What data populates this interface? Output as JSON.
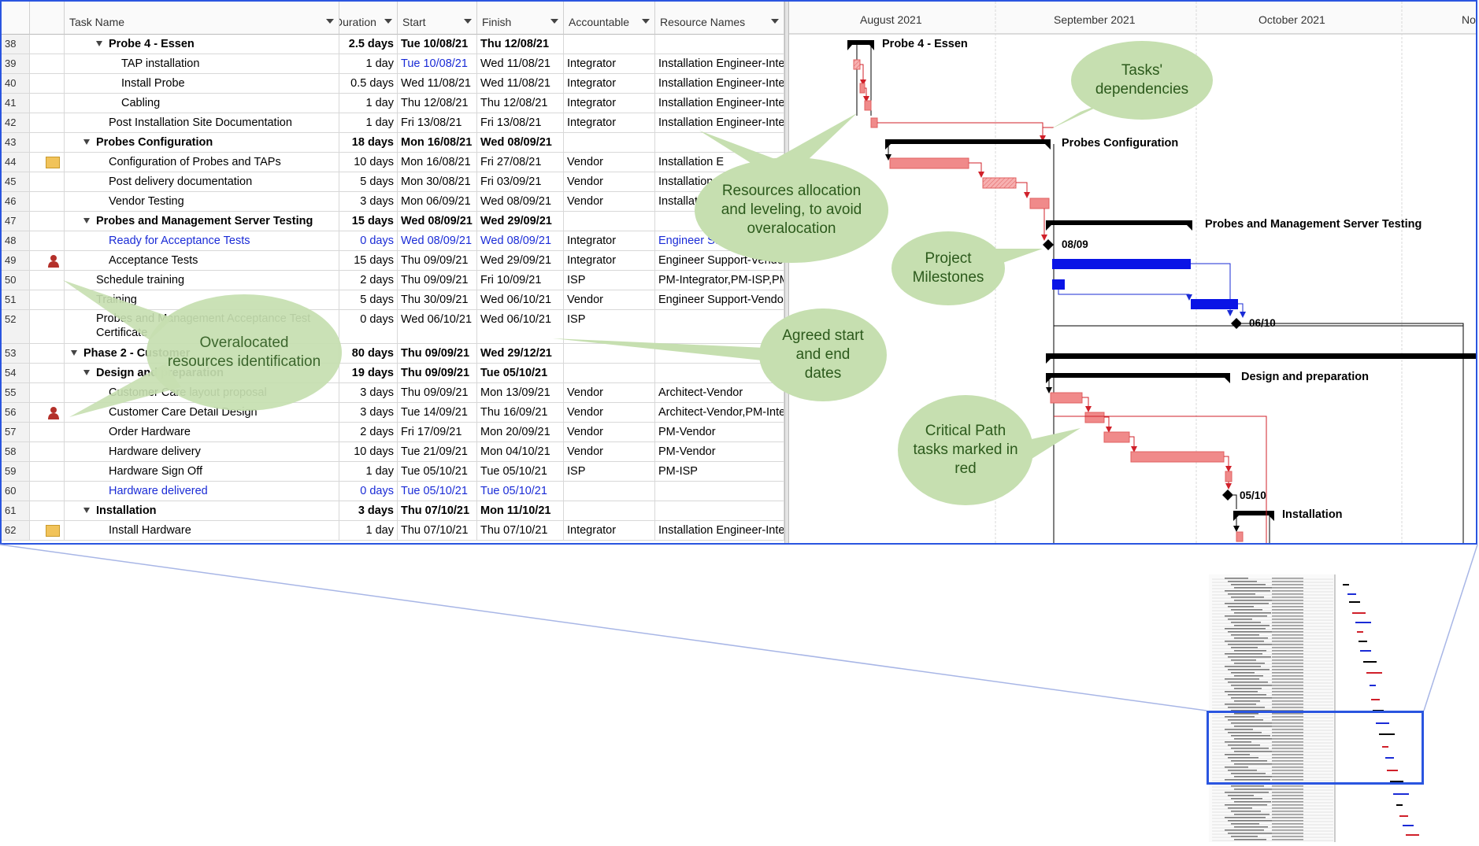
{
  "columns": {
    "task_name": "Task Name",
    "duration": "Duration",
    "start": "Start",
    "finish": "Finish",
    "accountable": "Accountable",
    "resource_names": "Resource Names"
  },
  "rows": [
    {
      "id": "38",
      "name": "Probe 4 - Essen",
      "dur": "2.5 days",
      "start": "Tue 10/08/21",
      "finish": "Thu 12/08/21",
      "acc": "",
      "res": ""
    },
    {
      "id": "39",
      "name": "TAP installation",
      "dur": "1 day",
      "start": "Tue 10/08/21",
      "finish": "Wed 11/08/21",
      "acc": "Integrator",
      "res": "Installation Engineer-Integ"
    },
    {
      "id": "40",
      "name": "Install Probe",
      "dur": "0.5 days",
      "start": "Wed 11/08/21",
      "finish": "Wed 11/08/21",
      "acc": "Integrator",
      "res": "Installation Engineer-Integ"
    },
    {
      "id": "41",
      "name": "Cabling",
      "dur": "1 day",
      "start": "Thu 12/08/21",
      "finish": "Thu 12/08/21",
      "acc": "Integrator",
      "res": "Installation Engineer-Integ"
    },
    {
      "id": "42",
      "name": "Post Installation Site Documentation",
      "dur": "1 day",
      "start": "Fri 13/08/21",
      "finish": "Fri 13/08/21",
      "acc": "Integrator",
      "res": "Installation Engineer-Integ"
    },
    {
      "id": "43",
      "name": "Probes Configuration",
      "dur": "18 days",
      "start": "Mon 16/08/21",
      "finish": "Wed 08/09/21",
      "acc": "",
      "res": ""
    },
    {
      "id": "44",
      "name": "Configuration of Probes and TAPs",
      "dur": "10 days",
      "start": "Mon 16/08/21",
      "finish": "Fri 27/08/21",
      "acc": "Vendor",
      "res": "Installation E"
    },
    {
      "id": "45",
      "name": "Post delivery documentation",
      "dur": "5 days",
      "start": "Mon 30/08/21",
      "finish": "Fri 03/09/21",
      "acc": "Vendor",
      "res": "Installation"
    },
    {
      "id": "46",
      "name": "Vendor Testing",
      "dur": "3 days",
      "start": "Mon 06/09/21",
      "finish": "Wed 08/09/21",
      "acc": "Vendor",
      "res": "Installat"
    },
    {
      "id": "47",
      "name": "Probes and Management Server Testing",
      "dur": "15 days",
      "start": "Wed 08/09/21",
      "finish": "Wed 29/09/21",
      "acc": "",
      "res": ""
    },
    {
      "id": "48",
      "name": "Ready for Acceptance Tests",
      "dur": "0 days",
      "start": "Wed 08/09/21",
      "finish": "Wed 08/09/21",
      "acc": "Integrator",
      "res": "Engineer Su"
    },
    {
      "id": "49",
      "name": "Acceptance Tests",
      "dur": "15 days",
      "start": "Thu 09/09/21",
      "finish": "Wed 29/09/21",
      "acc": "Integrator",
      "res": "Engineer Support-Vendo"
    },
    {
      "id": "50",
      "name": "Schedule training",
      "dur": "2 days",
      "start": "Thu 09/09/21",
      "finish": "Fri 10/09/21",
      "acc": "ISP",
      "res": "PM-Integrator,PM-ISP,PM"
    },
    {
      "id": "51",
      "name": "Training",
      "dur": "5 days",
      "start": "Thu 30/09/21",
      "finish": "Wed 06/10/21",
      "acc": "Vendor",
      "res": "Engineer Support-Vendo"
    },
    {
      "id": "52",
      "name": "Probes and Management Acceptance Test Certificate",
      "dur": "0 days",
      "start": "Wed 06/10/21",
      "finish": "Wed 06/10/21",
      "acc": "ISP",
      "res": ""
    },
    {
      "id": "53",
      "name": "Phase 2 - Customer",
      "dur": "80 days",
      "start": "Thu 09/09/21",
      "finish": "Wed 29/12/21",
      "acc": "",
      "res": ""
    },
    {
      "id": "54",
      "name": "Design and preparation",
      "dur": "19 days",
      "start": "Thu 09/09/21",
      "finish": "Tue 05/10/21",
      "acc": "",
      "res": ""
    },
    {
      "id": "55",
      "name": "Customer Care layout proposal",
      "dur": "3 days",
      "start": "Thu 09/09/21",
      "finish": "Mon 13/09/21",
      "acc": "Vendor",
      "res": "Architect-Vendor"
    },
    {
      "id": "56",
      "name": "Customer Care Detail Design",
      "dur": "3 days",
      "start": "Tue 14/09/21",
      "finish": "Thu 16/09/21",
      "acc": "Vendor",
      "res": "Architect-Vendor,PM-Inte"
    },
    {
      "id": "57",
      "name": "Order Hardware",
      "dur": "2 days",
      "start": "Fri 17/09/21",
      "finish": "Mon 20/09/21",
      "acc": "Vendor",
      "res": "PM-Vendor"
    },
    {
      "id": "58",
      "name": "Hardware delivery",
      "dur": "10 days",
      "start": "Tue 21/09/21",
      "finish": "Mon 04/10/21",
      "acc": "Vendor",
      "res": "PM-Vendor"
    },
    {
      "id": "59",
      "name": "Hardware Sign Off",
      "dur": "1 day",
      "start": "Tue 05/10/21",
      "finish": "Tue 05/10/21",
      "acc": "ISP",
      "res": "PM-ISP"
    },
    {
      "id": "60",
      "name": "Hardware delivered",
      "dur": "0 days",
      "start": "Tue 05/10/21",
      "finish": "Tue 05/10/21",
      "acc": "",
      "res": ""
    },
    {
      "id": "61",
      "name": "Installation",
      "dur": "3 days",
      "start": "Thu 07/10/21",
      "finish": "Mon 11/10/21",
      "acc": "",
      "res": ""
    },
    {
      "id": "62",
      "name": "Install Hardware",
      "dur": "1 day",
      "start": "Thu 07/10/21",
      "finish": "Thu 07/10/21",
      "acc": "Integrator",
      "res": "Installation Engineer-Integ"
    }
  ],
  "gantt": {
    "months": [
      "August 2021",
      "September 2021",
      "October 2021",
      "Nov"
    ],
    "labels": {
      "probe4": "Probe 4 - Essen",
      "probes_config": "Probes Configuration",
      "pmst": "Probes and Management Server Testing",
      "m1": "08/09",
      "m2": "06/10",
      "design": "Design and preparation",
      "m3": "05/10",
      "installation": "Installation"
    }
  },
  "callouts": {
    "dependencies": "Tasks' dependencies",
    "resources": "Resources allocation and  leveling, to avoid overalocation",
    "milestones": "Project Milestones",
    "agreed": "Agreed start and end dates",
    "overallocated": "Overalocated resources identification",
    "critical": "Critical Path tasks marked in red"
  },
  "colors": {
    "frame_border": "#2a55e0",
    "critical": "#f08a8a",
    "blue_bar": "#0a14e6",
    "summary": "#000000",
    "callout": "#c6dfb0"
  }
}
